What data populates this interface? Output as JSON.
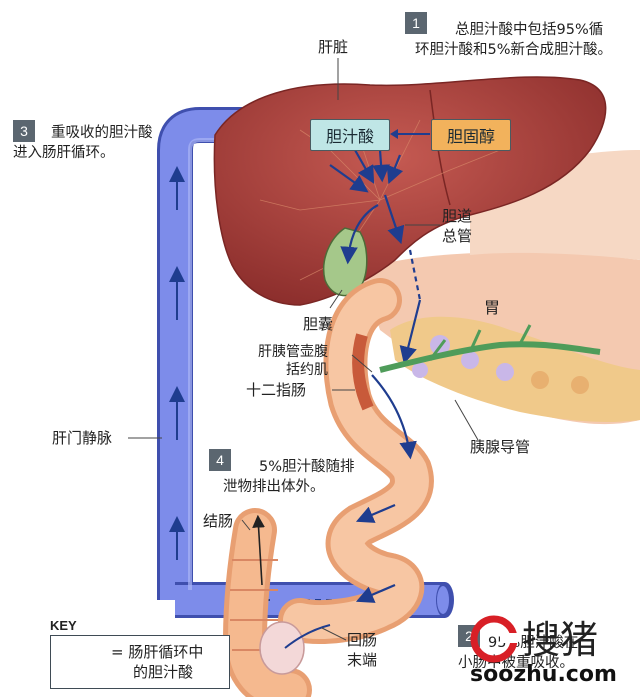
{
  "labels": {
    "liver": "肝脏",
    "bile_acid": "胆汁酸",
    "cholesterol": "胆固醇",
    "common_bile_duct_l1": "胆道",
    "common_bile_duct_l2": "总管",
    "gallbladder": "胆囊",
    "stomach": "胃",
    "sphincter_l1": "肝胰管壶腹",
    "sphincter_l2": "括约肌",
    "duodenum": "十二指肠",
    "pancreatic_duct": "胰腺导管",
    "portal_vein": "肝门静脉",
    "colon": "结肠",
    "terminal_ileum_l1": "回肠",
    "terminal_ileum_l2": "末端"
  },
  "steps": [
    {
      "num": "1",
      "line1": "总胆汁酸中包括95%循",
      "line2": "环胆汁酸和5%新合成胆汁酸。"
    },
    {
      "num": "2",
      "line1": "95%胆汁酸在",
      "line2": "小肠中被重吸收。"
    },
    {
      "num": "3",
      "line1": "重吸收的胆汁酸",
      "line2": "进入肠肝循环。"
    },
    {
      "num": "4",
      "line1": "5%胆汁酸随排",
      "line2": "泄物排出体外。"
    }
  ],
  "key": {
    "title": "KEY",
    "line1": "= 肠肝循环中",
    "line2": "的胆汁酸"
  },
  "watermark": {
    "brand": "搜猪",
    "url": "soozhu.com"
  },
  "colors": {
    "vein": "#6f7fe0",
    "vein_dark": "#3f4fae",
    "liver": "#a8403c",
    "bile_box": "#bfe6e6",
    "cholesterol_box": "#f2b25c",
    "arrow": "#1f3d8f",
    "intestine": "#f3b78e",
    "badge": "#5b6670"
  }
}
